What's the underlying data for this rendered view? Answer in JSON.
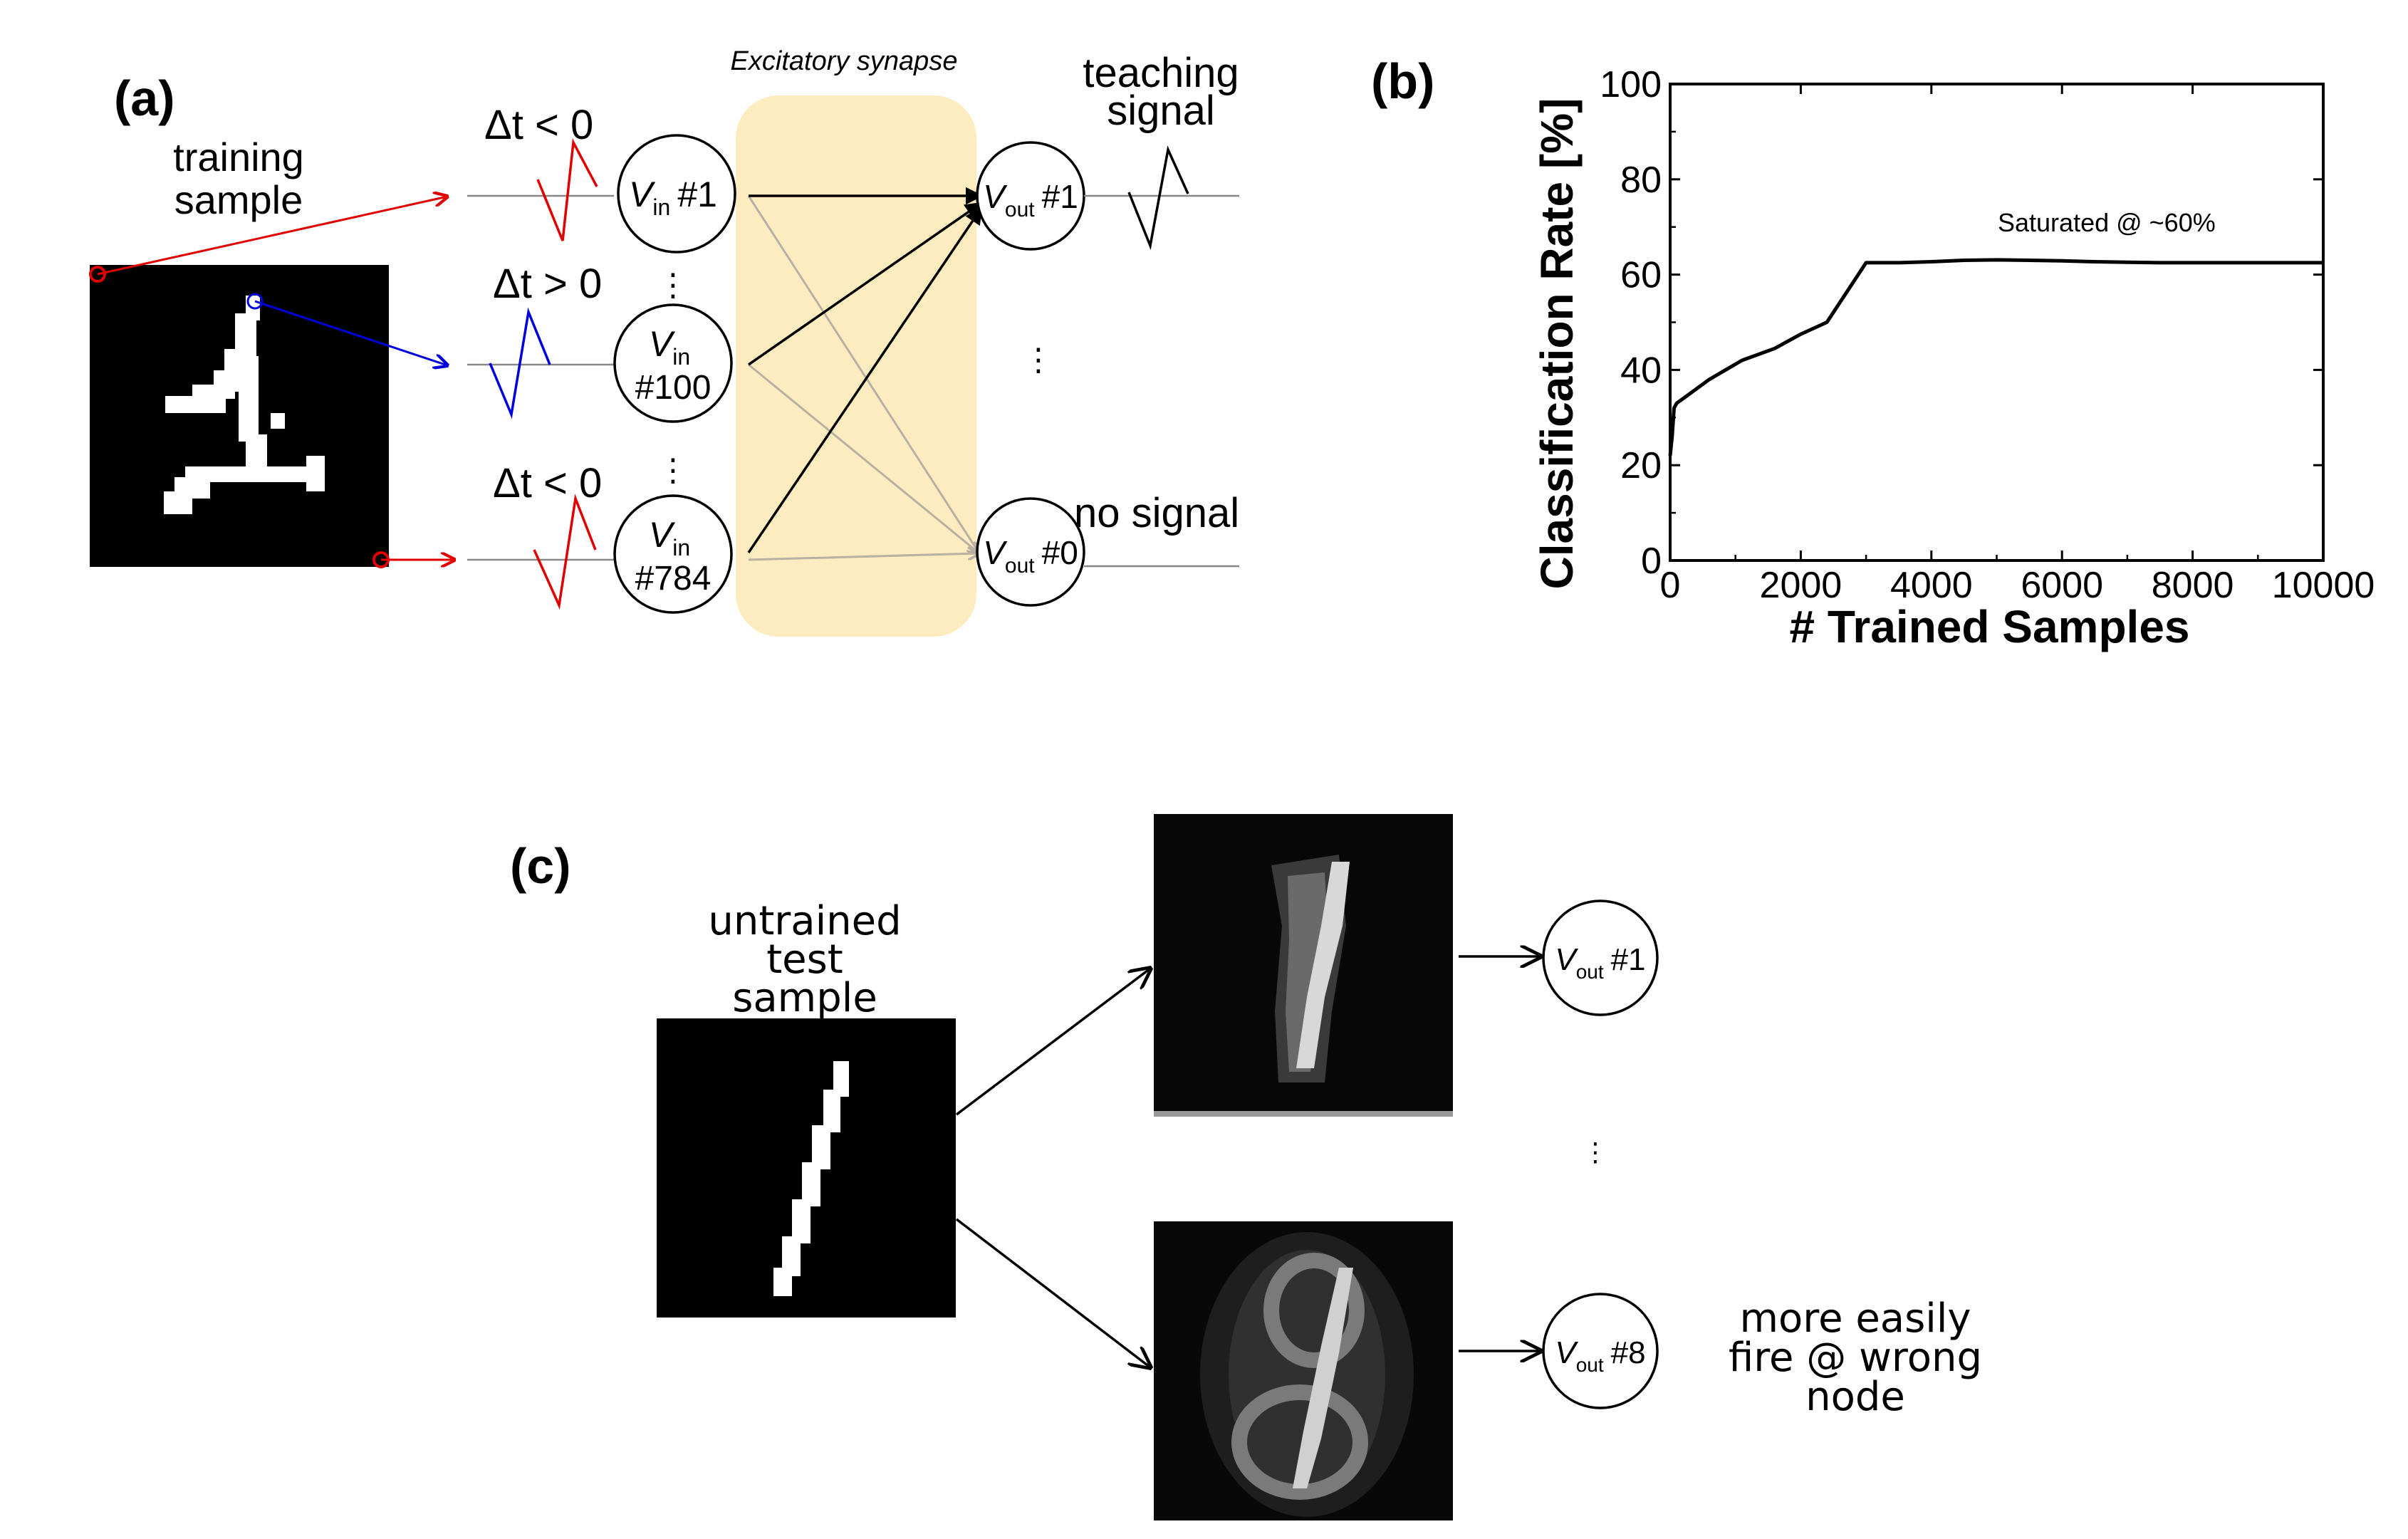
{
  "panel_a": {
    "label": "(a)",
    "training_sample_line1": "training",
    "training_sample_line2": "sample",
    "synapse_label": "Excitatory synapse",
    "dt1": "Δt < 0",
    "dt2": "Δt > 0",
    "dt3": "Δt < 0",
    "v_sym": "V",
    "in_sub": "in",
    "out_sub": "out",
    "in_nodes": [
      "#1",
      "#100",
      "#784"
    ],
    "out_nodes": [
      "#1",
      "#0"
    ],
    "teaching_line1": "teaching",
    "teaching_line2": "signal",
    "no_signal": "no signal",
    "ellipsis": "⋮"
  },
  "panel_b": {
    "label": "(b)"
  },
  "panel_c": {
    "label": "(c)",
    "test_line1": "untrained",
    "test_line2": "test",
    "test_line3": "sample",
    "out_nodes": [
      "#1",
      "#8"
    ],
    "note_line1": "more easily",
    "note_line2": "fire @ wrong",
    "note_line3": "node",
    "ellipsis": "⋮"
  },
  "chart_data": {
    "type": "line",
    "title": "",
    "xlabel": "# Trained Samples",
    "ylabel": "Classification Rate [%]",
    "xlim": [
      0,
      10000
    ],
    "ylim": [
      0,
      100
    ],
    "xticks": [
      "0",
      "2000",
      "4000",
      "6000",
      "8000",
      "10000"
    ],
    "yticks": [
      "0",
      "20",
      "40",
      "60",
      "80",
      "100"
    ],
    "annotation": "Saturated  @ ~60%",
    "grid": false,
    "series": [
      {
        "x": [
          0,
          30,
          60,
          100,
          300,
          600,
          1100,
          1600,
          2000,
          2400,
          3000,
          3500,
          4000,
          4500,
          5000,
          5500,
          6000,
          6500,
          7000,
          7500,
          8000,
          8500,
          9000,
          9500,
          10000
        ],
        "y": [
          22,
          26,
          32,
          33,
          35,
          38,
          42,
          44.5,
          47.5,
          50,
          62.5,
          62.5,
          62.7,
          63,
          63.1,
          63,
          62.9,
          62.7,
          62.6,
          62.5,
          62.5,
          62.5,
          62.5,
          62.5,
          62.5
        ]
      }
    ]
  }
}
